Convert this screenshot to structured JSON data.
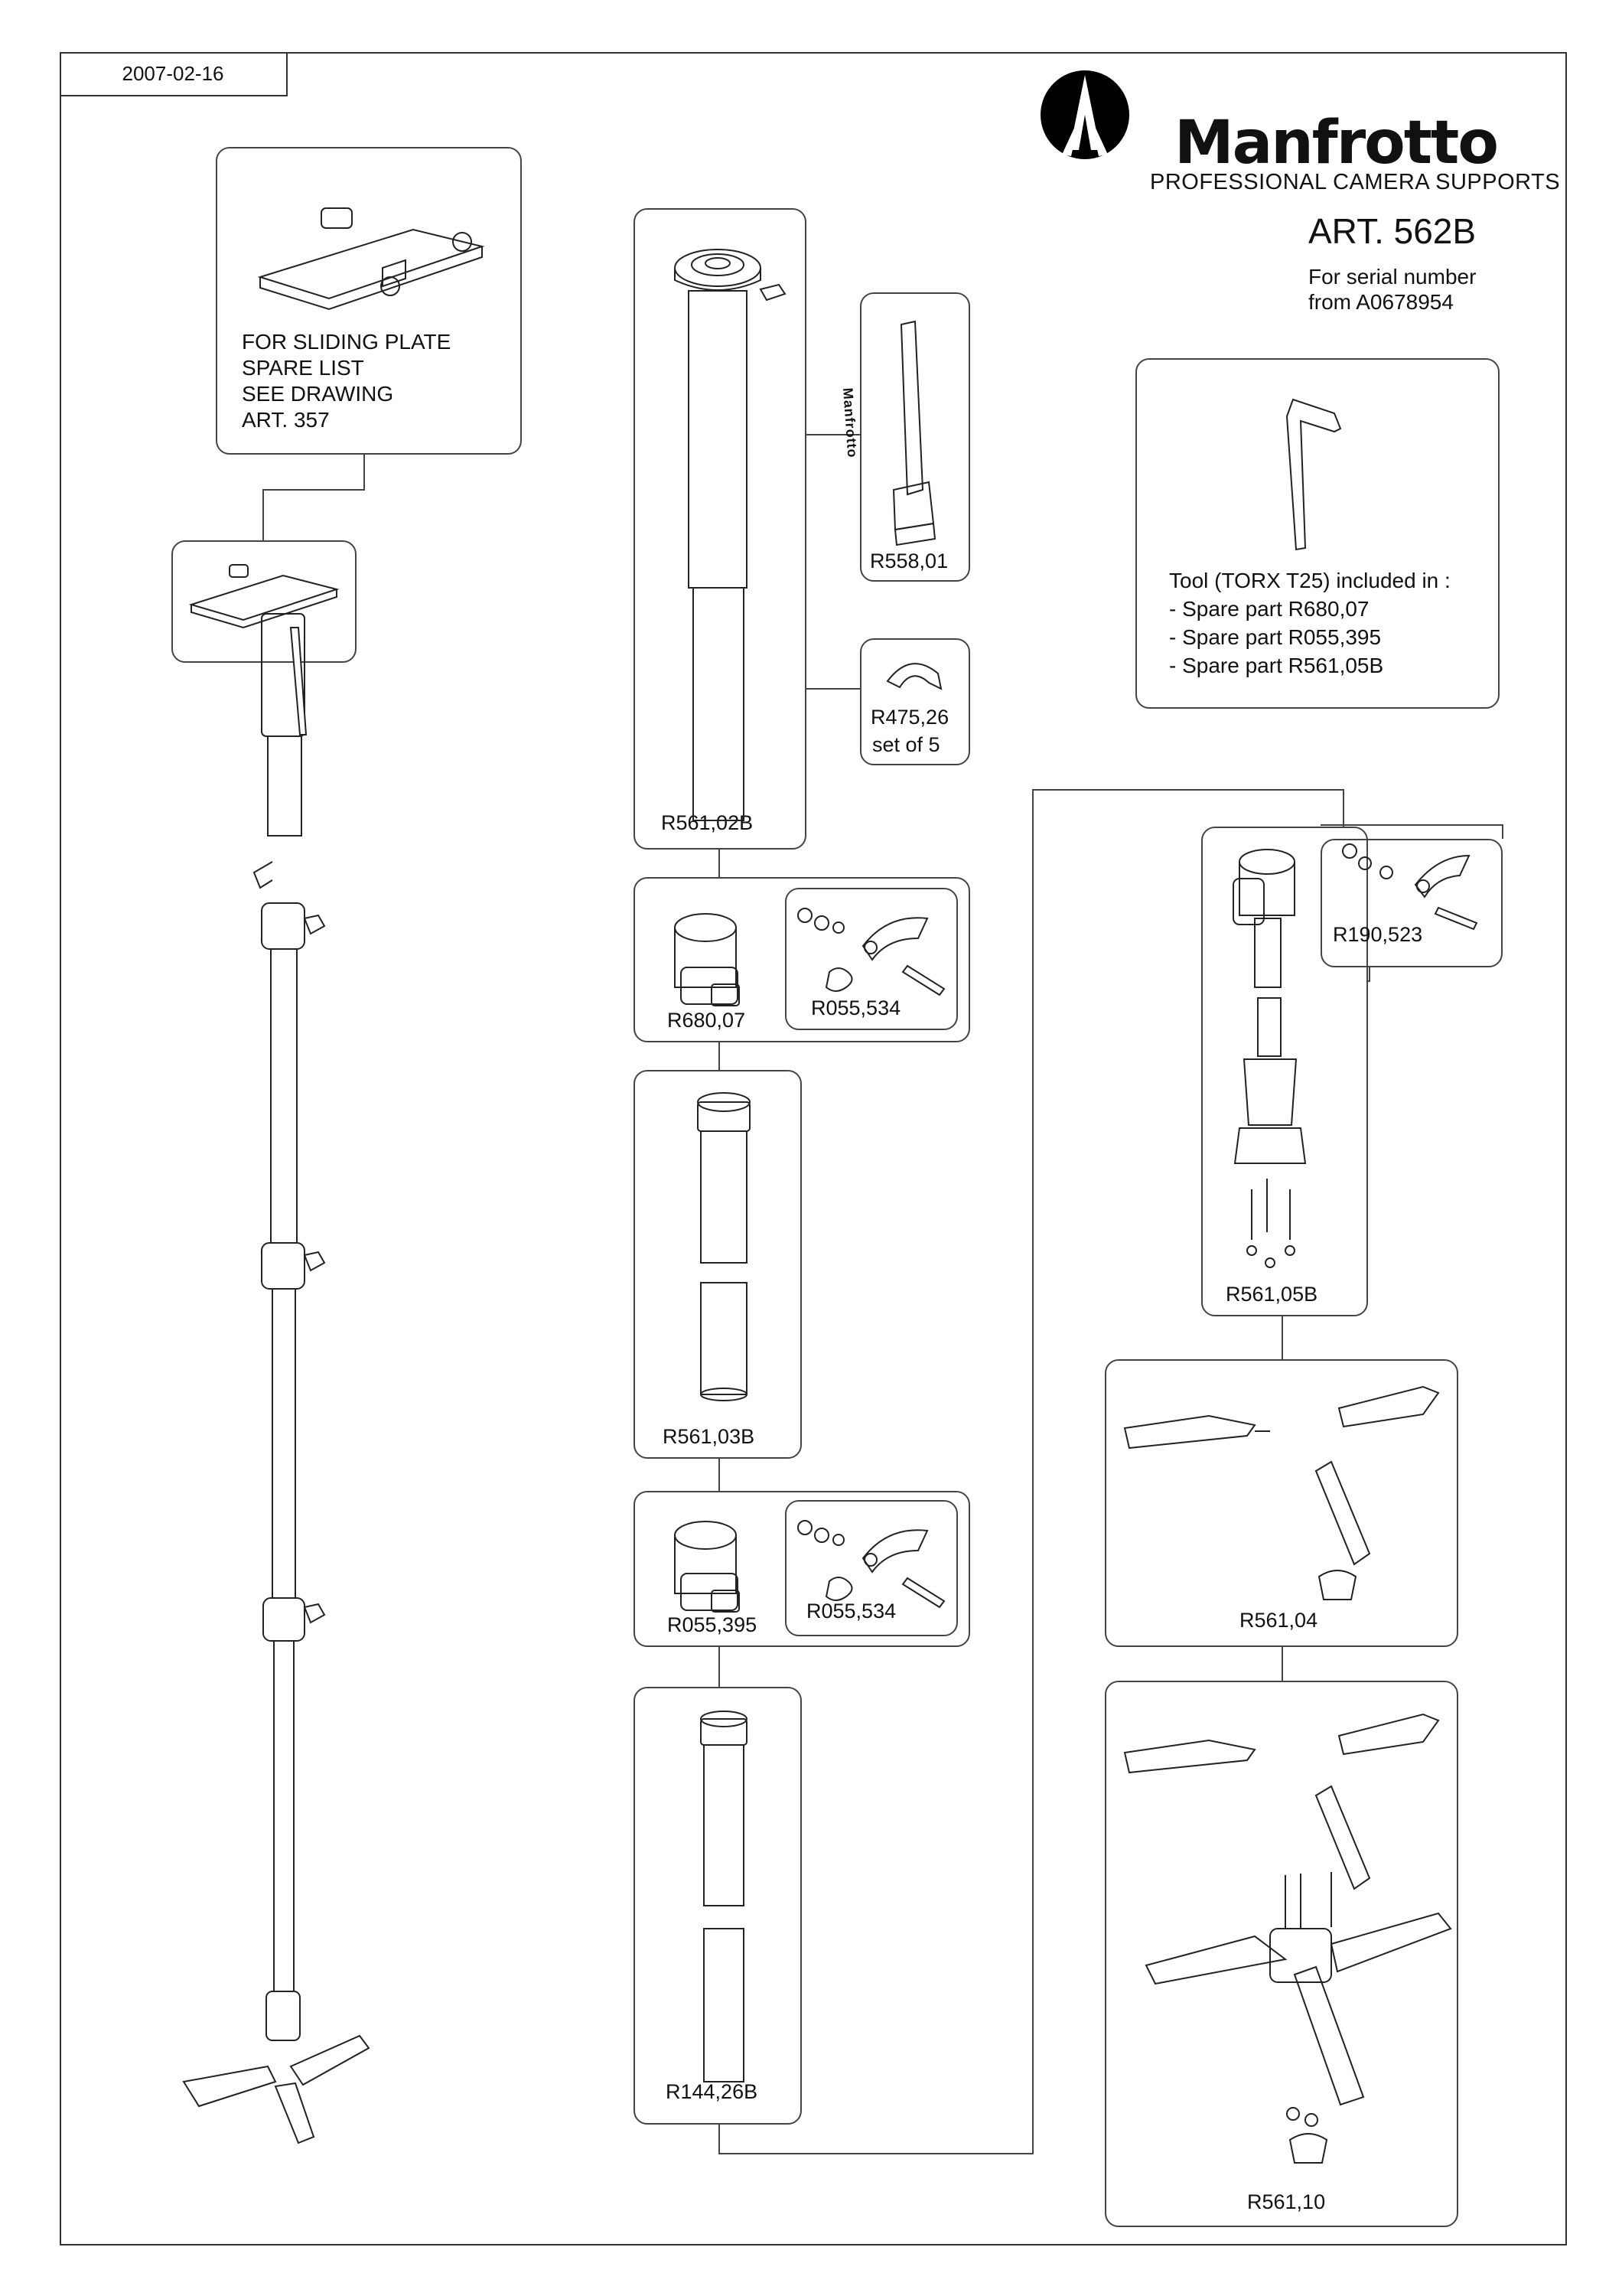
{
  "header": {
    "date": "2007-02-16"
  },
  "brand": {
    "name": "Manfrotto",
    "tagline": "PROFESSIONAL CAMERA SUPPORTS",
    "article": "ART. 562B",
    "serial_line1": "For serial number",
    "serial_line2": "from A0678954"
  },
  "sliding_plate_note": {
    "line1": "FOR SLIDING PLATE",
    "line2": "SPARE LIST",
    "line3": "SEE DRAWING",
    "line4": "ART. 357"
  },
  "tool_note": {
    "line1": "Tool (TORX T25) included in :",
    "line2": "- Spare part R680,07",
    "line3": "- Spare part R055,395",
    "line4": "- Spare part R561,05B"
  },
  "parts": {
    "r561_02b": "R561,02B",
    "r558_01": "R558,01",
    "r475_26_a": "R475,26",
    "r475_26_b": "set of 5",
    "r680_07": "R680,07",
    "r055_534_a": "R055,534",
    "r561_03b": "R561,03B",
    "r055_395": "R055,395",
    "r055_534_b": "R055,534",
    "r144_26b": "R144,26B",
    "r561_05b": "R561,05B",
    "r190_523": "R190,523",
    "r561_04": "R561,04",
    "r561_10": "R561,10"
  },
  "strap_text": "Manfrotto"
}
